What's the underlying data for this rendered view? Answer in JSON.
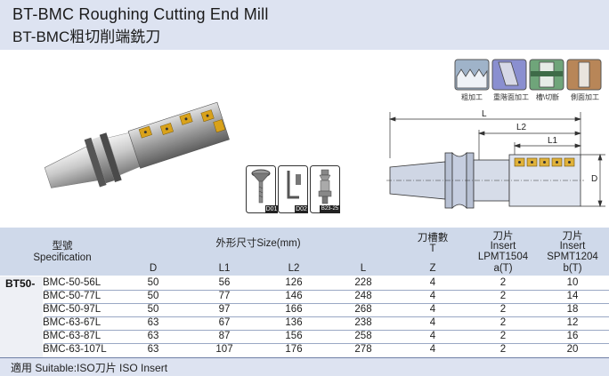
{
  "title": {
    "line1": "BT-BMC Roughing Cutting End Mill",
    "line2": "BT-BMC粗切削端銑刀"
  },
  "insert_icons": [
    {
      "label": "粗加工",
      "icon": "roughing-icon"
    },
    {
      "label": "重階面加工",
      "icon": "face-milling-icon"
    },
    {
      "label": "槽\\切斷",
      "icon": "slotting-icon"
    },
    {
      "label": "側面加工",
      "icon": "side-milling-icon"
    }
  ],
  "accessories": [
    {
      "label": "D01"
    },
    {
      "label": "D02"
    },
    {
      "label": "B23-25"
    }
  ],
  "dimension_labels": {
    "L": "L",
    "L2": "L2",
    "L1": "L1",
    "D": "D"
  },
  "table": {
    "header": {
      "model": "型號",
      "model_en": "Specification",
      "size": "外形尺寸Size(mm)",
      "col_D": "D",
      "col_L1": "L1",
      "col_L2": "L2",
      "col_L": "L",
      "flutes": "刀槽數",
      "flutes_T": "T",
      "flutes_Z": "Z",
      "insertA_1": "刀片",
      "insertA_2": "Insert",
      "insertA_3": "LPMT1504",
      "insertA_4": "a(T)",
      "insertB_1": "刀片",
      "insertB_2": "Insert",
      "insertB_3": "SPMT1204",
      "insertB_4": "b(T)"
    },
    "prefix": "BT50-",
    "rows": [
      {
        "model": "BMC-50-56L",
        "D": "50",
        "L1": "56",
        "L2": "126",
        "L": "228",
        "Z": "4",
        "a": "2",
        "b": "10"
      },
      {
        "model": "BMC-50-77L",
        "D": "50",
        "L1": "77",
        "L2": "146",
        "L": "248",
        "Z": "4",
        "a": "2",
        "b": "14"
      },
      {
        "model": "BMC-50-97L",
        "D": "50",
        "L1": "97",
        "L2": "166",
        "L": "268",
        "Z": "4",
        "a": "2",
        "b": "18"
      },
      {
        "model": "BMC-63-67L",
        "D": "63",
        "L1": "67",
        "L2": "136",
        "L": "238",
        "Z": "4",
        "a": "2",
        "b": "12"
      },
      {
        "model": "BMC-63-87L",
        "D": "63",
        "L1": "87",
        "L2": "156",
        "L": "258",
        "Z": "4",
        "a": "2",
        "b": "16"
      },
      {
        "model": "BMC-63-107L",
        "D": "63",
        "L1": "107",
        "L2": "176",
        "L": "278",
        "Z": "4",
        "a": "2",
        "b": "20"
      }
    ]
  },
  "footer": "適用 Suitable:ISO刀片 ISO Insert"
}
